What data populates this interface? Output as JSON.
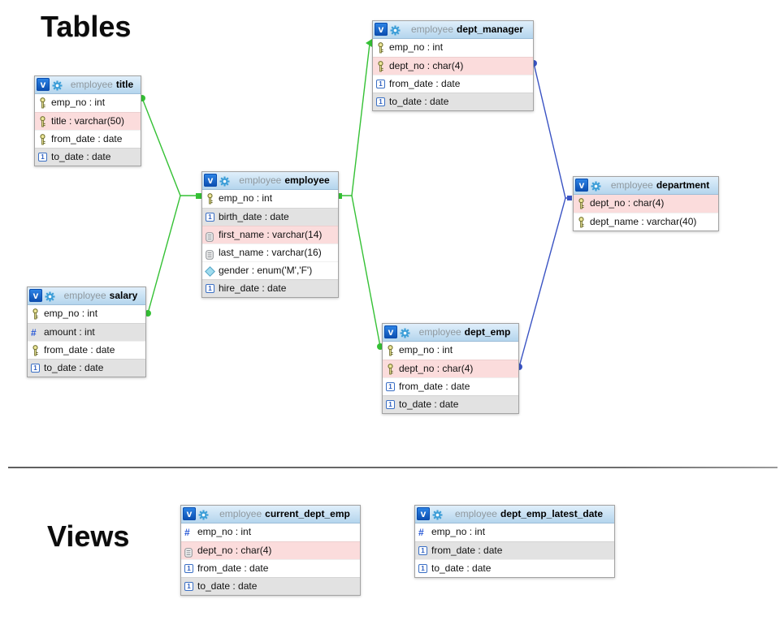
{
  "headings": {
    "tables": "Tables",
    "views": "Views"
  },
  "badge_letter": "v",
  "colors": {
    "green_link": "#35c135",
    "blue_link": "#3a53c3",
    "header_bg": "#b4d5ed",
    "row_pink": "#fbdcdc",
    "row_grey": "#e2e2e2",
    "badge_blue": "#0a4cae",
    "gear_blue": "#3f9fd8",
    "schema_text": "#8f989e"
  },
  "entities": [
    {
      "kind": "table",
      "schema": "employee",
      "name": "title",
      "columns": [
        {
          "icon": "key",
          "label": "emp_no : int",
          "bg": "white"
        },
        {
          "icon": "key",
          "label": "title : varchar(50)",
          "bg": "pink"
        },
        {
          "icon": "key",
          "label": "from_date : date",
          "bg": "white"
        },
        {
          "icon": "date",
          "label": "to_date : date",
          "bg": "grey"
        }
      ]
    },
    {
      "kind": "table",
      "schema": "employee",
      "name": "salary",
      "columns": [
        {
          "icon": "key",
          "label": "emp_no : int",
          "bg": "white"
        },
        {
          "icon": "num",
          "label": "amount : int",
          "bg": "grey"
        },
        {
          "icon": "key",
          "label": "from_date : date",
          "bg": "white"
        },
        {
          "icon": "date",
          "label": "to_date : date",
          "bg": "grey"
        }
      ]
    },
    {
      "kind": "table",
      "schema": "employee",
      "name": "employee",
      "columns": [
        {
          "icon": "key",
          "label": "emp_no : int",
          "bg": "white"
        },
        {
          "icon": "date",
          "label": "birth_date : date",
          "bg": "grey"
        },
        {
          "icon": "text",
          "label": "first_name : varchar(14)",
          "bg": "pink"
        },
        {
          "icon": "text",
          "label": "last_name : varchar(16)",
          "bg": "white"
        },
        {
          "icon": "enum",
          "label": "gender : enum('M','F')",
          "bg": "white"
        },
        {
          "icon": "date",
          "label": "hire_date : date",
          "bg": "grey"
        }
      ]
    },
    {
      "kind": "table",
      "schema": "employee",
      "name": "dept_manager",
      "columns": [
        {
          "icon": "key",
          "label": "emp_no : int",
          "bg": "white"
        },
        {
          "icon": "key",
          "label": "dept_no : char(4)",
          "bg": "pink"
        },
        {
          "icon": "date",
          "label": "from_date : date",
          "bg": "white"
        },
        {
          "icon": "date",
          "label": "to_date : date",
          "bg": "grey"
        }
      ]
    },
    {
      "kind": "table",
      "schema": "employee",
      "name": "dept_emp",
      "columns": [
        {
          "icon": "key",
          "label": "emp_no : int",
          "bg": "white"
        },
        {
          "icon": "key",
          "label": "dept_no : char(4)",
          "bg": "pink"
        },
        {
          "icon": "date",
          "label": "from_date : date",
          "bg": "white"
        },
        {
          "icon": "date",
          "label": "to_date : date",
          "bg": "grey"
        }
      ]
    },
    {
      "kind": "table",
      "schema": "employee",
      "name": "department",
      "columns": [
        {
          "icon": "key",
          "label": "dept_no : char(4)",
          "bg": "pink"
        },
        {
          "icon": "key",
          "label": "dept_name : varchar(40)",
          "bg": "white"
        }
      ]
    },
    {
      "kind": "view",
      "schema": "employee",
      "name": "current_dept_emp",
      "columns": [
        {
          "icon": "num",
          "label": "emp_no : int",
          "bg": "white"
        },
        {
          "icon": "text",
          "label": "dept_no : char(4)",
          "bg": "pink"
        },
        {
          "icon": "date",
          "label": "from_date : date",
          "bg": "white"
        },
        {
          "icon": "date",
          "label": "to_date : date",
          "bg": "grey"
        }
      ]
    },
    {
      "kind": "view",
      "schema": "employee",
      "name": "dept_emp_latest_date",
      "columns": [
        {
          "icon": "num",
          "label": "emp_no : int",
          "bg": "white"
        },
        {
          "icon": "date",
          "label": "from_date : date",
          "bg": "grey"
        },
        {
          "icon": "date",
          "label": "to_date : date",
          "bg": "white"
        }
      ]
    }
  ]
}
